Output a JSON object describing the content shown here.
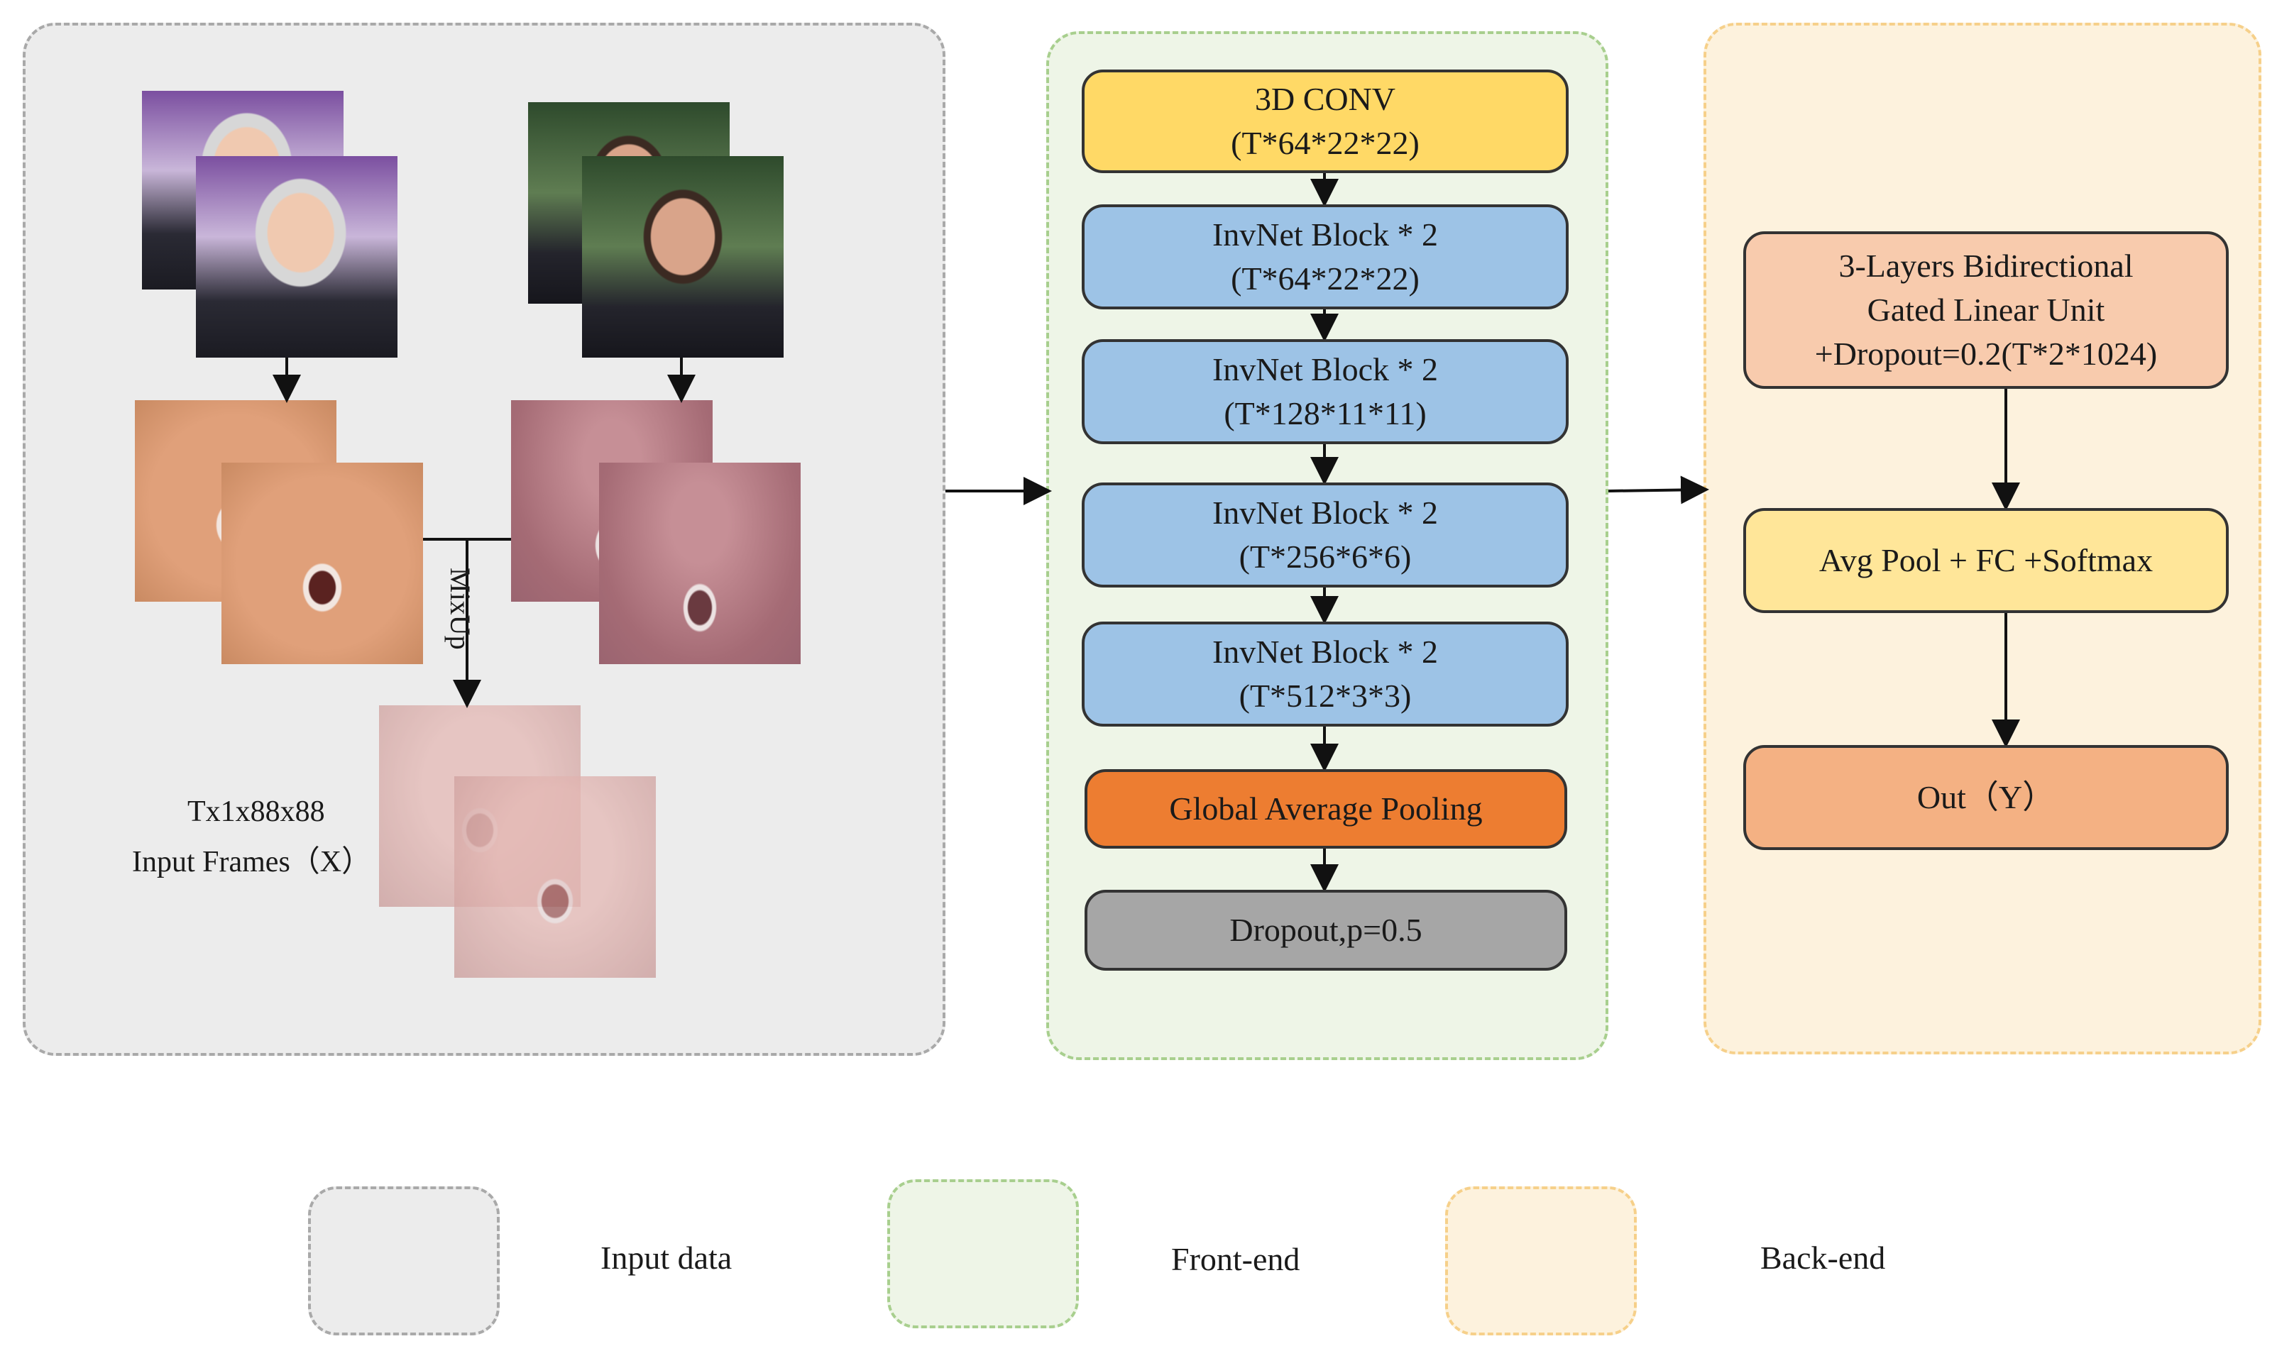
{
  "input_panel": {
    "mixup_label": "MixUp",
    "frames_size": "Tx1x88x88",
    "frames_label": "Input Frames（X）"
  },
  "front_end": {
    "nodes": [
      {
        "line1": "3D CONV",
        "line2": "(T*64*22*22)"
      },
      {
        "line1": "InvNet Block * 2",
        "line2": "(T*64*22*22)"
      },
      {
        "line1": "InvNet Block * 2",
        "line2": "(T*128*11*11)"
      },
      {
        "line1": "InvNet Block * 2",
        "line2": "(T*256*6*6)"
      },
      {
        "line1": "InvNet Block * 2",
        "line2": "(T*512*3*3)"
      },
      {
        "line1": "Global Average Pooling"
      },
      {
        "line1": "Dropout,p=0.5"
      }
    ]
  },
  "back_end": {
    "nodes": [
      {
        "line1": "3-Layers Bidirectional",
        "line2": "Gated Linear Unit",
        "line3": "+Dropout=0.2(T*2*1024)"
      },
      {
        "line1": "Avg Pool + FC +Softmax"
      },
      {
        "line1": "Out（Y）"
      }
    ]
  },
  "legend": {
    "input": "Input data",
    "front": "Front-end",
    "back": "Back-end"
  },
  "colors": {
    "input_panel": "#ececec",
    "front_panel": "#eef5e7",
    "back_panel": "#fdf2dd",
    "conv": "#ffd966",
    "invnet": "#9dc3e6",
    "gap": "#ed7d31",
    "dropout": "#a6a6a6",
    "glu": "#f8cbad",
    "avgpool": "#ffe699",
    "out": "#f4b183"
  }
}
